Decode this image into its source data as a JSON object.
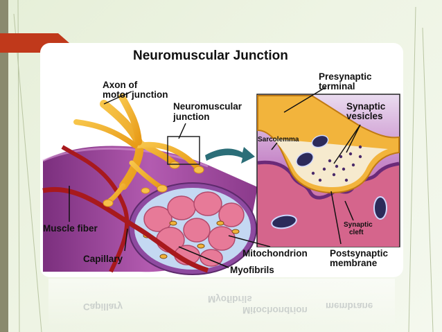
{
  "slide": {
    "title": "Neuromuscular Junction",
    "labels": {
      "axon_line1": "Axon of",
      "axon_line2": "motor junction",
      "nmj_line1": "Neuromuscular",
      "nmj_line2": "junction",
      "presynaptic_line1": "Presynaptic",
      "presynaptic_line2": "terminal",
      "vesicles_line1": "Synaptic",
      "vesicles_line2": "vesicles",
      "sarcolemma": "Sarcolemma",
      "cleft_line1": "Synaptic",
      "cleft_line2": "cleft",
      "muscle_fiber": "Muscle fiber",
      "capillary": "Capillary",
      "mitochondrion": "Mitochondrion",
      "postsynaptic_line1": "Postsynaptic",
      "postsynaptic_line2": "membrane",
      "myofibrils": "Myofibrils"
    },
    "colors": {
      "accent_tab": "#c0391b",
      "sidebar": "#8a8a6e",
      "muscle": "#9b3f9b",
      "axon": "#f3b22a",
      "vessel": "#a8191d",
      "arrow": "#2b6e78"
    }
  }
}
